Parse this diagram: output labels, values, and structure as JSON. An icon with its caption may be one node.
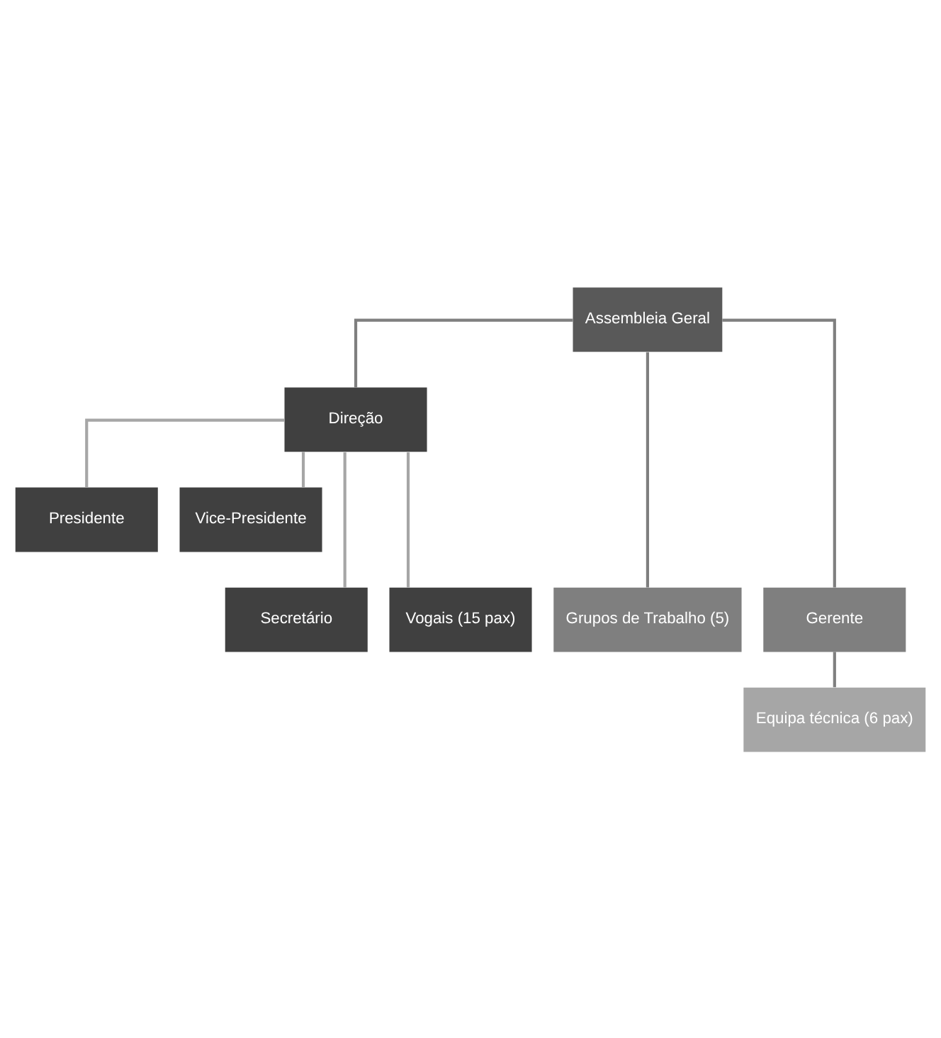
{
  "diagram": {
    "nodes": [
      {
        "text": [
          "Assembleia Geral"
        ]
      },
      {
        "text": [
          "Direção"
        ]
      },
      {
        "text": [
          "Presidente"
        ]
      },
      {
        "text": [
          "Vice-Presidente"
        ]
      },
      {
        "text": [
          "Secretário"
        ]
      },
      {
        "text": [
          "Vogais (15 pax)"
        ]
      },
      {
        "text": [
          "Grupos de Trabalho (5)"
        ]
      },
      {
        "text": [
          "Gerente"
        ]
      },
      {
        "text": [
          "Equipa técnica (6 pax)"
        ]
      }
    ],
    "edges": [
      {
        "from": 0,
        "to": 1,
        "arrow": "none"
      },
      {
        "from": 1,
        "to": 2,
        "arrow": "none",
        "color": "#a6a6a6"
      },
      {
        "from": 1,
        "to": 3,
        "arrow": "none",
        "color": "#a6a6a6"
      },
      {
        "from": 1,
        "to": 4,
        "arrow": "none",
        "color": "#a6a6a6"
      },
      {
        "from": 1,
        "to": 5,
        "arrow": "none",
        "color": "#a6a6a6"
      },
      {
        "from": 0,
        "to": 6,
        "arrow": "none"
      },
      {
        "from": 0,
        "to": 7,
        "arrow": "none"
      },
      {
        "from": 7,
        "to": 8,
        "arrow": "none"
      }
    ]
  }
}
